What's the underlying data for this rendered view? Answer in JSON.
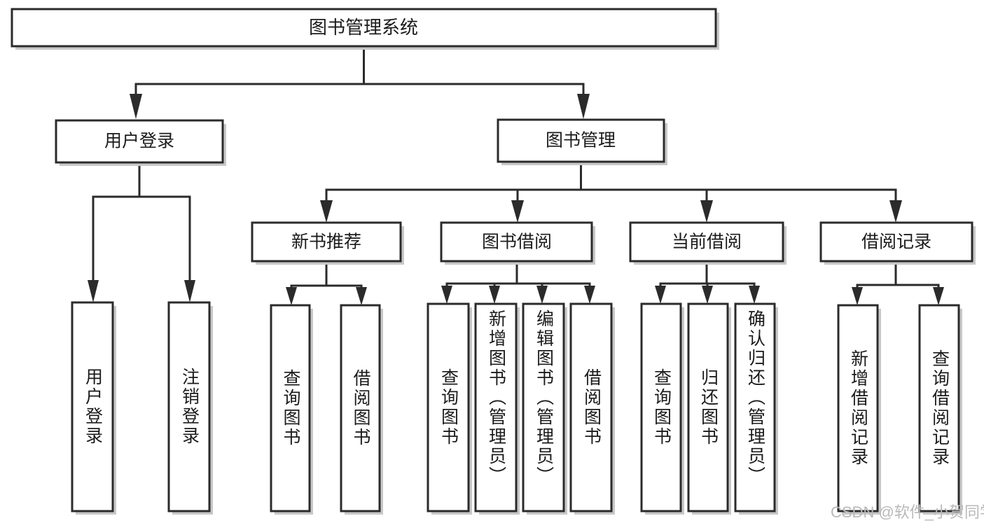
{
  "diagram": {
    "type": "tree",
    "title": "图书管理系统",
    "watermark": "CSDN @软件_小贺同学",
    "colors": {
      "box_fill": "#ffffff",
      "box_stroke": "#2b2b2b",
      "box_shadow": "#c8c8c8",
      "connector": "#2b2b2b",
      "text": "#1b1b1b",
      "watermark": "#b9b9b9"
    },
    "levels": {
      "level0": "root",
      "level1": "modules",
      "level2": "submodules",
      "level3": "functions"
    },
    "nodes": {
      "root": {
        "label": "图书管理系统",
        "orientation": "horizontal"
      },
      "user_login": {
        "label": "用户登录",
        "orientation": "horizontal"
      },
      "book_manage": {
        "label": "图书管理",
        "orientation": "horizontal"
      },
      "new_book_rec": {
        "label": "新书推荐",
        "orientation": "horizontal"
      },
      "book_borrow": {
        "label": "图书借阅",
        "orientation": "horizontal"
      },
      "current_borrow": {
        "label": "当前借阅",
        "orientation": "horizontal"
      },
      "borrow_record": {
        "label": "借阅记录",
        "orientation": "horizontal"
      },
      "leaf_user_login": {
        "label": "用户登录",
        "orientation": "vertical"
      },
      "leaf_logout": {
        "label": "注销登录",
        "orientation": "vertical"
      },
      "leaf_query_book_1": {
        "label": "查询图书",
        "orientation": "vertical"
      },
      "leaf_borrow_book_1": {
        "label": "借阅图书",
        "orientation": "vertical"
      },
      "leaf_query_book_2": {
        "label": "查询图书",
        "orientation": "vertical"
      },
      "leaf_add_book": {
        "label": "新增图书（管理员）",
        "orientation": "vertical"
      },
      "leaf_edit_book": {
        "label": "编辑图书（管理员）",
        "orientation": "vertical"
      },
      "leaf_borrow_book_2": {
        "label": "借阅图书",
        "orientation": "vertical"
      },
      "leaf_query_book_3": {
        "label": "查询图书",
        "orientation": "vertical"
      },
      "leaf_return_book": {
        "label": "归还图书",
        "orientation": "vertical"
      },
      "leaf_confirm_return": {
        "label": "确认归还（管理员）",
        "orientation": "vertical"
      },
      "leaf_add_record": {
        "label": "新增借阅记录",
        "orientation": "vertical"
      },
      "leaf_query_record": {
        "label": "查询借阅记录",
        "orientation": "vertical"
      }
    },
    "edges": [
      {
        "from": "root",
        "to": "user_login"
      },
      {
        "from": "root",
        "to": "book_manage"
      },
      {
        "from": "user_login",
        "to": "leaf_user_login"
      },
      {
        "from": "user_login",
        "to": "leaf_logout"
      },
      {
        "from": "book_manage",
        "to": "new_book_rec"
      },
      {
        "from": "book_manage",
        "to": "book_borrow"
      },
      {
        "from": "book_manage",
        "to": "current_borrow"
      },
      {
        "from": "book_manage",
        "to": "borrow_record"
      },
      {
        "from": "new_book_rec",
        "to": "leaf_query_book_1"
      },
      {
        "from": "new_book_rec",
        "to": "leaf_borrow_book_1"
      },
      {
        "from": "book_borrow",
        "to": "leaf_query_book_2"
      },
      {
        "from": "book_borrow",
        "to": "leaf_add_book"
      },
      {
        "from": "book_borrow",
        "to": "leaf_edit_book"
      },
      {
        "from": "book_borrow",
        "to": "leaf_borrow_book_2"
      },
      {
        "from": "current_borrow",
        "to": "leaf_query_book_3"
      },
      {
        "from": "current_borrow",
        "to": "leaf_return_book"
      },
      {
        "from": "current_borrow",
        "to": "leaf_confirm_return"
      },
      {
        "from": "borrow_record",
        "to": "leaf_add_record"
      },
      {
        "from": "borrow_record",
        "to": "leaf_query_record"
      }
    ]
  }
}
